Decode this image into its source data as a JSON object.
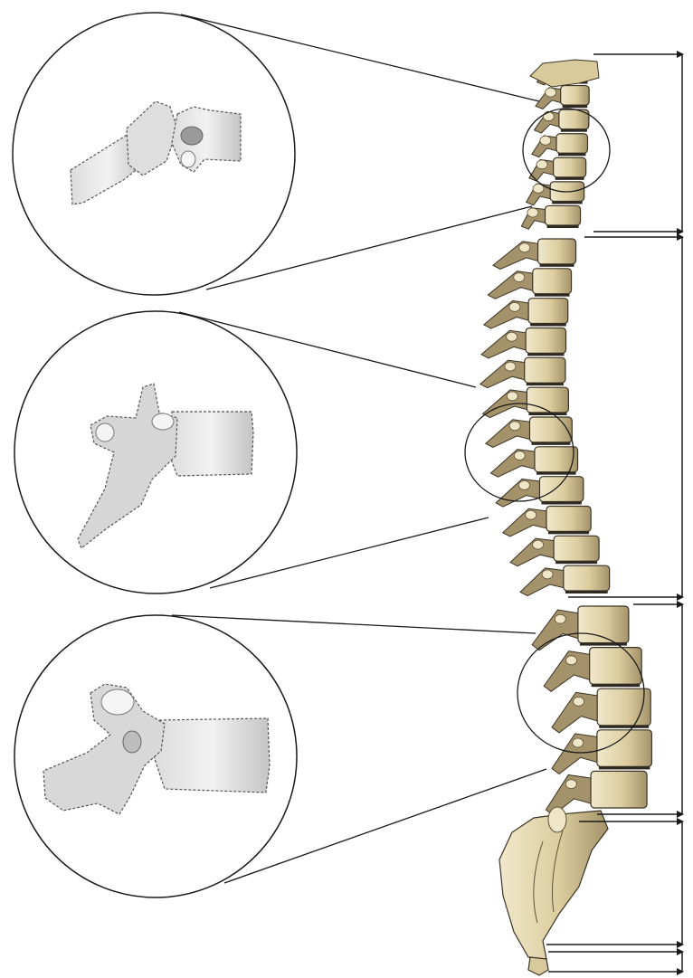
{
  "figure": {
    "colors": {
      "line": "#1a1a1a",
      "bone_light": "#efe6c8",
      "bone_mid": "#d9ca9c",
      "bone_dark": "#a4936a",
      "bone_shadow": "#5e5136",
      "disc": "#2e2a22",
      "detail_gray_light": "#eeeeee",
      "detail_gray_mid": "#d4d4d4",
      "detail_gray_dark": "#b0b0b0"
    },
    "regions": [
      "cervical",
      "thoracic",
      "lumbar",
      "sacrum",
      "coccyx"
    ],
    "magnified_details": [
      "cervical-vertebra",
      "thoracic-vertebra",
      "lumbar-vertebra"
    ]
  }
}
